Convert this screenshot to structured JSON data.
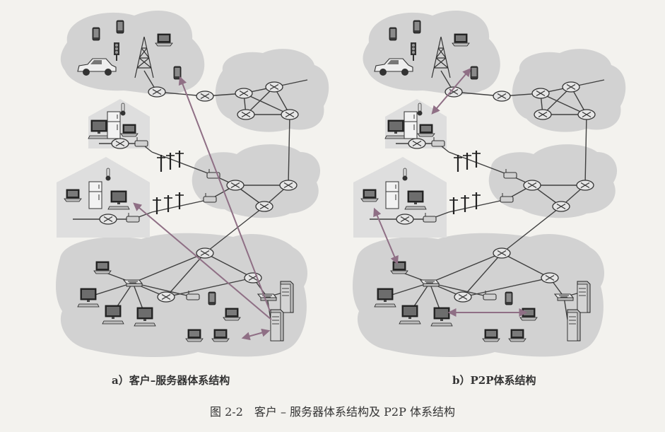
{
  "captions": {
    "a": "a）客户–服务器体系结构",
    "b": "b）P2P体系结构"
  },
  "figure_title": "图 2-2　客户 – 服务器体系结构及 P2P 体系结构",
  "colors": {
    "background": "#f3f2ee",
    "cloud": "#d2d2d2",
    "house": "#dedede",
    "link": "#3f3f3f",
    "arrow": "#8f6f85",
    "router": "#e6e6e6"
  },
  "icons": [
    "router-icon",
    "switch-icon",
    "laptop-icon",
    "desktop-icon",
    "server-icon",
    "phone-icon",
    "car-icon",
    "cell-tower-icon",
    "refrigerator-icon",
    "thermometer-icon",
    "utility-pole-icon",
    "modem-icon"
  ]
}
